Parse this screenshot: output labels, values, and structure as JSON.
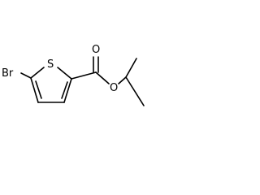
{
  "atoms": {
    "bromine": "Br",
    "sulfur": "S",
    "carbonyl_oxygen": "O",
    "ester_oxygen": "O"
  },
  "colors": {
    "background": "#ffffff",
    "ink": "#000000"
  }
}
